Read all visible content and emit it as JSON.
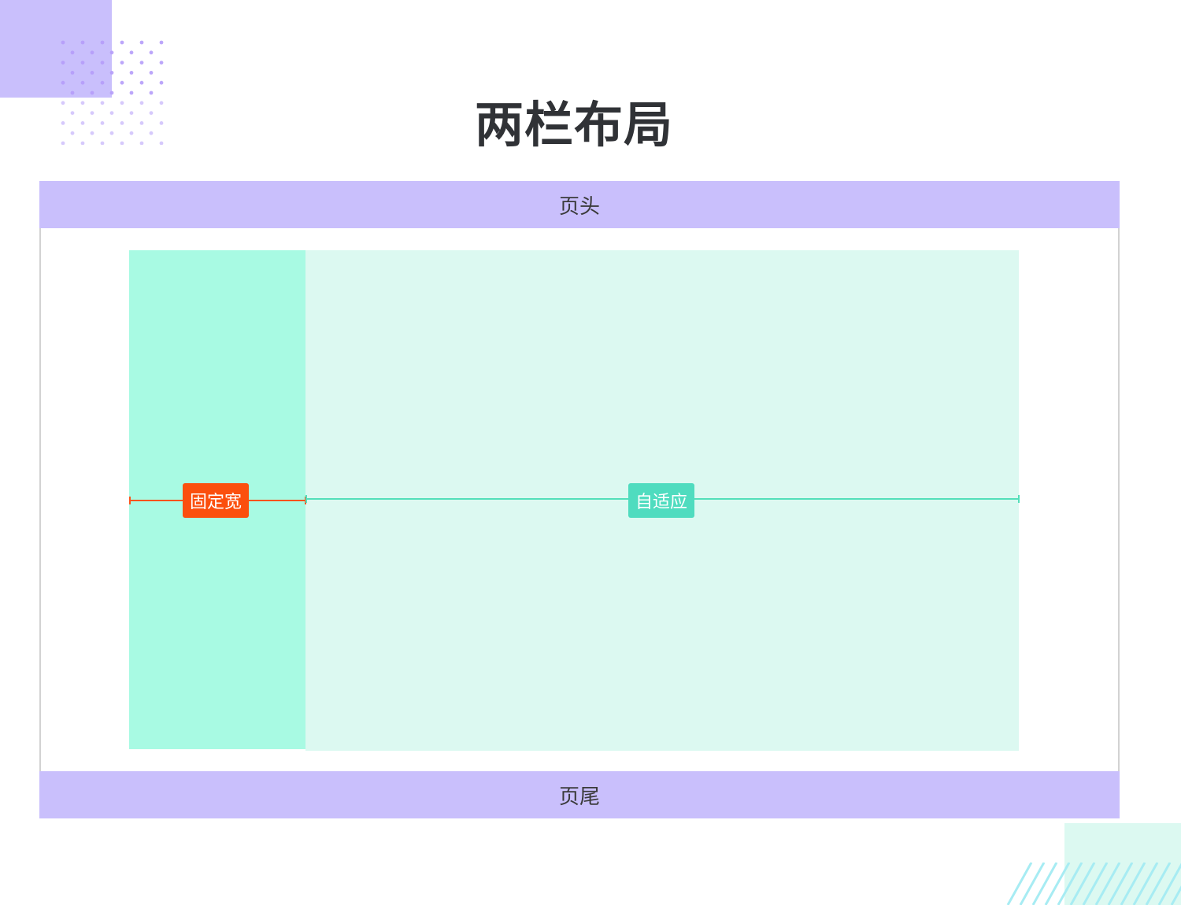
{
  "title": "两栏布局",
  "header": {
    "label": "页头"
  },
  "footer": {
    "label": "页尾"
  },
  "columns": {
    "left": {
      "label": "固定宽"
    },
    "right": {
      "label": "自适应"
    }
  },
  "colors": {
    "band": "#c9bffc",
    "left_column": "#a8fae3",
    "right_column": "#dcf9f1",
    "fixed_accent": "#fb531c",
    "fluid_accent": "#53dfba",
    "title_text": "#303236"
  }
}
